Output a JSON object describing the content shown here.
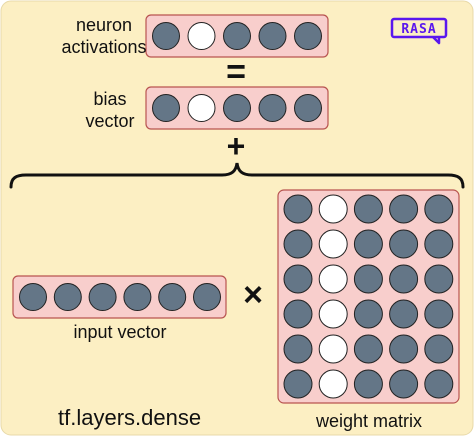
{
  "labels": {
    "neuron_activations_line1": "neuron",
    "neuron_activations_line2": "activations",
    "bias_vector_line1": "bias",
    "bias_vector_line2": "vector",
    "input_vector": "input vector",
    "weight_matrix": "weight matrix",
    "framework_call": "tf.layers.dense"
  },
  "operators": {
    "equals": "=",
    "plus": "+",
    "times": "×"
  },
  "logo": {
    "text": "RASA",
    "color": "#5a17ee"
  },
  "vectors": {
    "neuron_activations": {
      "cells": 5,
      "highlighted_index": 1
    },
    "bias_vector": {
      "cells": 5,
      "highlighted_index": 1
    },
    "input_vector": {
      "cells": 6,
      "highlighted_index": null
    }
  },
  "weight_matrix": {
    "rows": 6,
    "cols": 5,
    "highlighted_col": 1
  },
  "colors": {
    "background": "#fcefc3",
    "box_fill": "#f8cecc",
    "box_border": "#b85450",
    "circle_dark": "#647687",
    "circle_light": "#ffffff"
  }
}
